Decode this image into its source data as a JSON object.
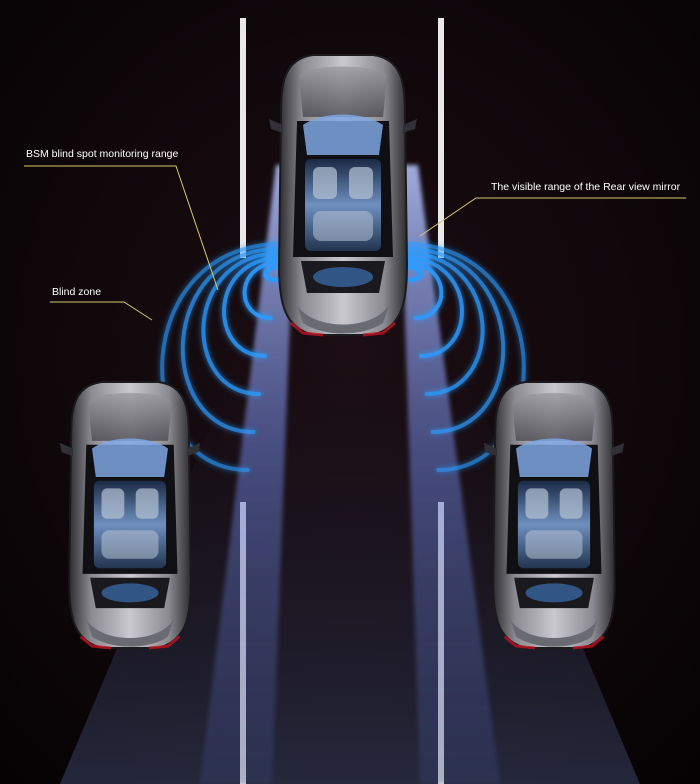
{
  "annotations": {
    "bsm_range": "BSM blind spot monitoring range",
    "blind_zone": "Blind zone",
    "rear_mirror_range": "The visible range of the Rear view mirror"
  },
  "colors": {
    "background": "#0a0406",
    "lane_line": "#e8e8e8",
    "radar_wave": "#2a9bff",
    "mirror_beam": "#8fa8ff",
    "leader_line": "#d8c86a",
    "car_body": "#5a5a5f"
  },
  "cars": [
    {
      "id": "lead-car",
      "lane": "center"
    },
    {
      "id": "left-rear-car",
      "lane": "left"
    },
    {
      "id": "right-rear-car",
      "lane": "right"
    }
  ]
}
